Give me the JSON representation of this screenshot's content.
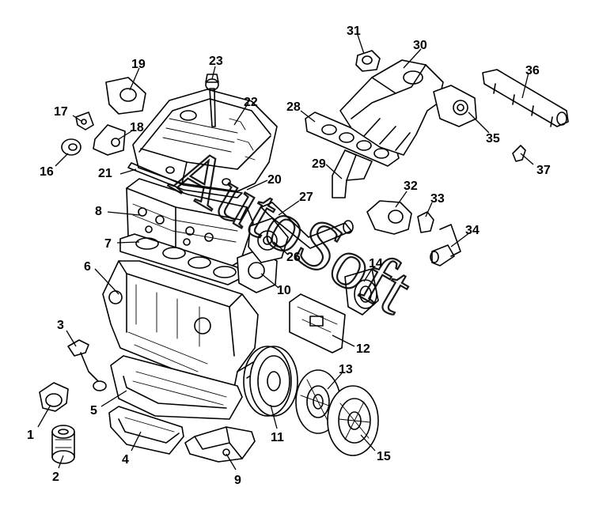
{
  "colors": {
    "ink": "#000000",
    "background": "#ffffff"
  },
  "watermark": {
    "text": "AutoSoft"
  },
  "callouts": [
    {
      "label": "1"
    },
    {
      "label": "2"
    },
    {
      "label": "3"
    },
    {
      "label": "4"
    },
    {
      "label": "5"
    },
    {
      "label": "6"
    },
    {
      "label": "7"
    },
    {
      "label": "8"
    },
    {
      "label": "9"
    },
    {
      "label": "10"
    },
    {
      "label": "11"
    },
    {
      "label": "12"
    },
    {
      "label": "13"
    },
    {
      "label": "14"
    },
    {
      "label": "15"
    },
    {
      "label": "16"
    },
    {
      "label": "17"
    },
    {
      "label": "18"
    },
    {
      "label": "19"
    },
    {
      "label": "20"
    },
    {
      "label": "21"
    },
    {
      "label": "22"
    },
    {
      "label": "23"
    },
    {
      "label": "26"
    },
    {
      "label": "27"
    },
    {
      "label": "28"
    },
    {
      "label": "29"
    },
    {
      "label": "30"
    },
    {
      "label": "31"
    },
    {
      "label": "32"
    },
    {
      "label": "33"
    },
    {
      "label": "34"
    },
    {
      "label": "35"
    },
    {
      "label": "36"
    },
    {
      "label": "37"
    }
  ]
}
